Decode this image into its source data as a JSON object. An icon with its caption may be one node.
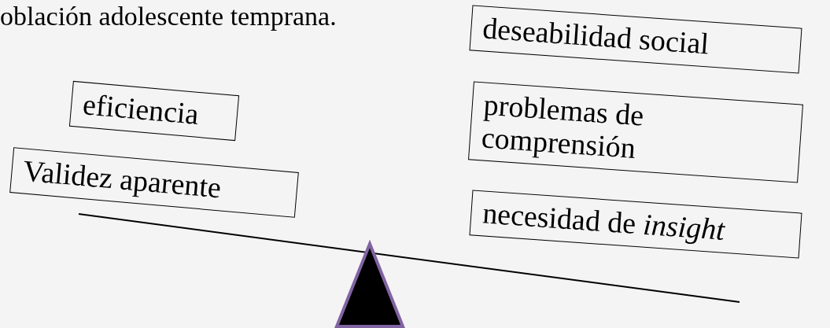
{
  "diagram": {
    "nodes": [
      {
        "text": [
          "eficiencia"
        ]
      },
      {
        "text": [
          "Validez aparente"
        ]
      },
      {
        "text": [
          "deseabilidad social"
        ]
      },
      {
        "text": [
          "problemas de comprensión"
        ]
      },
      {
        "text": [
          "necesidad de *insight*"
        ]
      }
    ],
    "labels": [
      "oblación adolescente temprana."
    ]
  }
}
